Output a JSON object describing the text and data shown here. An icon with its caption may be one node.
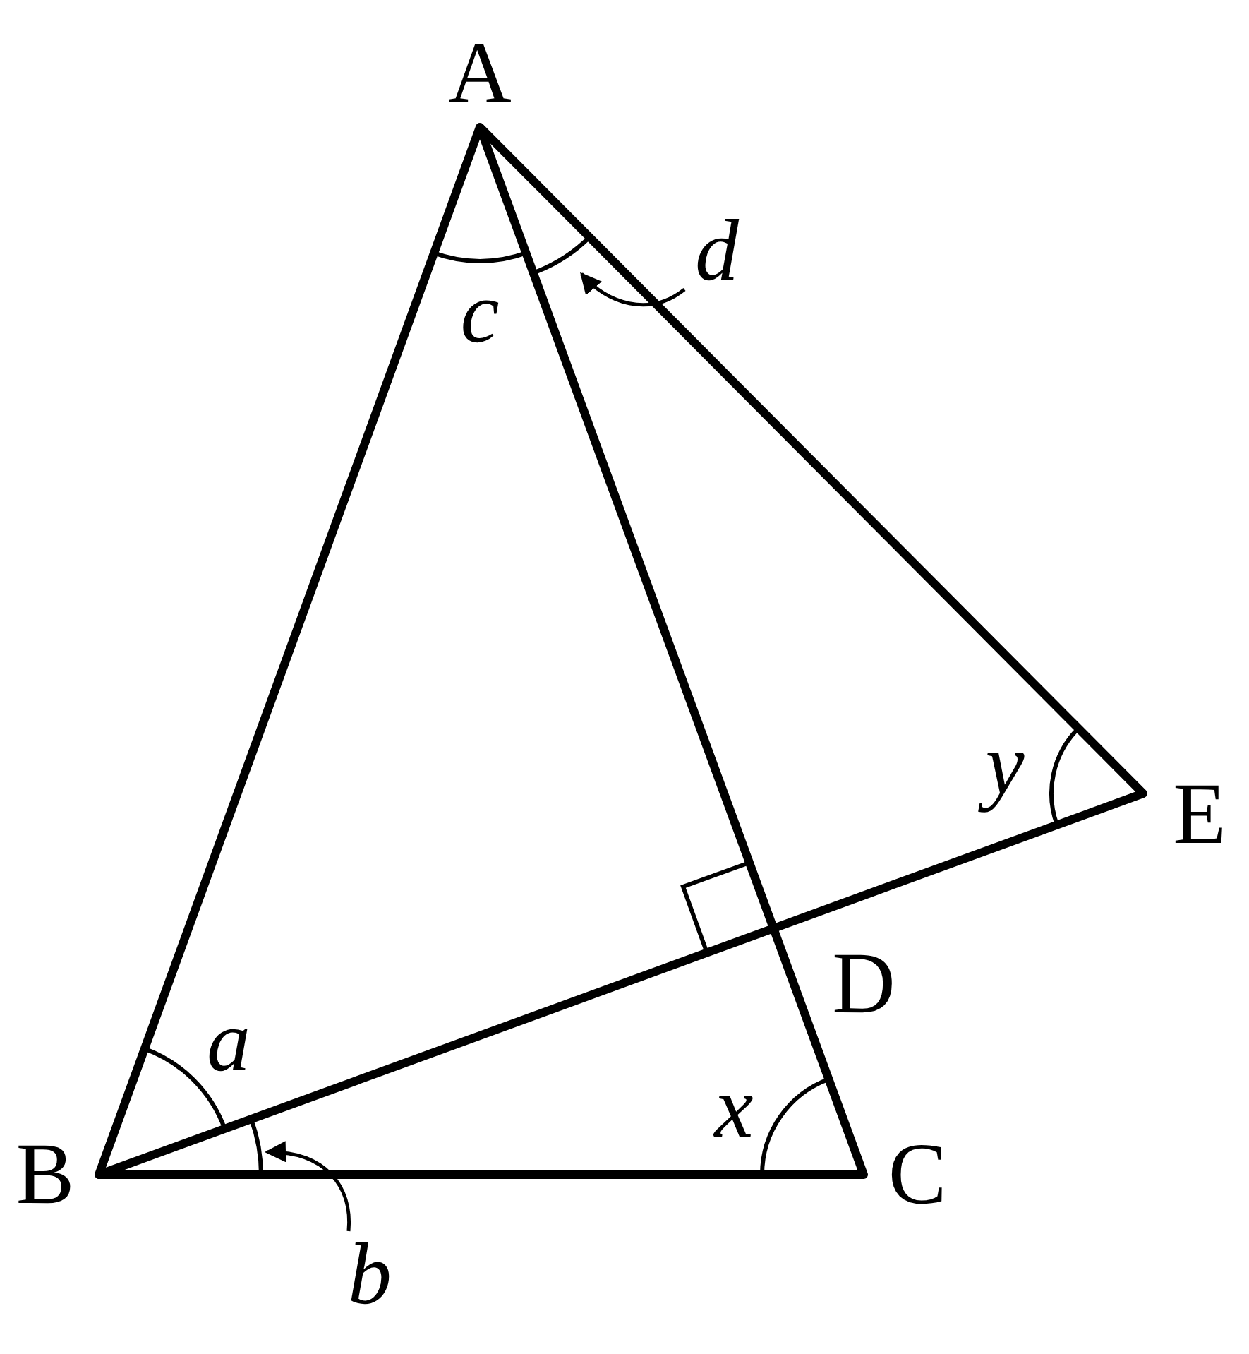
{
  "diagram": {
    "nodes": [
      {
        "text": [
          "d"
        ]
      },
      {
        "text": [],
        "shape": "arc"
      },
      {
        "text": [
          "b"
        ]
      },
      {
        "text": [],
        "shape": "arc"
      }
    ],
    "edges": [
      {
        "from": 0,
        "to": 1,
        "arrow": "to"
      },
      {
        "from": 2,
        "to": 3,
        "arrow": "to"
      }
    ],
    "labels": [
      "A",
      "c",
      "y",
      "E",
      "D",
      "a",
      "x",
      "B",
      "C"
    ]
  }
}
